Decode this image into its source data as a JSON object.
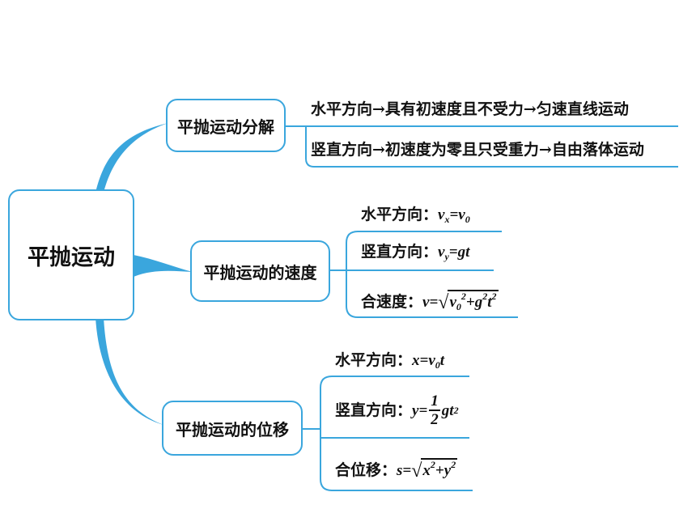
{
  "root": {
    "label": "平抛运动"
  },
  "branches": [
    {
      "label": "平抛运动分解",
      "leaves": [
        "水平方向→具有初速度且不受力→匀速直线运动",
        "竖直方向→初速度为零且只受重力→自由落体运动"
      ]
    },
    {
      "label": "平抛运动的速度",
      "leaves": [
        {
          "label": "水平方向：",
          "lhs": "v",
          "lhs_sub": "x",
          "eq": "=",
          "rhs": "v",
          "rhs_sub": "0"
        },
        {
          "label": "竖直方向：",
          "lhs": "v",
          "lhs_sub": "y",
          "eq": "=",
          "rhs": "gt"
        },
        {
          "label": "合速度：",
          "lhs": "v",
          "eq": "=",
          "sqrt_a": "v",
          "sqrt_a_sub": "0",
          "sqrt_a_sup": "2",
          "plus": "+",
          "sqrt_b": "g",
          "sqrt_b_sup": "2",
          "sqrt_c": "t",
          "sqrt_c_sup": "2"
        }
      ]
    },
    {
      "label": "平抛运动的位移",
      "leaves": [
        {
          "label": "水平方向：",
          "lhs": "x",
          "eq": "=",
          "rhs": "v",
          "rhs_sub": "0",
          "rhs_tail": "t"
        },
        {
          "label": "竖直方向：",
          "lhs": "y",
          "eq": "=",
          "frac_num": "1",
          "frac_den": "2",
          "rhs": "gt",
          "rhs_sup": "2"
        },
        {
          "label": "合位移：",
          "lhs": "s",
          "eq": "=",
          "sqrt_a": "x",
          "sqrt_a_sup": "2",
          "plus": "+",
          "sqrt_b": "y",
          "sqrt_b_sup": "2"
        }
      ]
    }
  ],
  "colors": {
    "accent": "#3aa6dd",
    "text": "#111111",
    "background": "#ffffff"
  }
}
